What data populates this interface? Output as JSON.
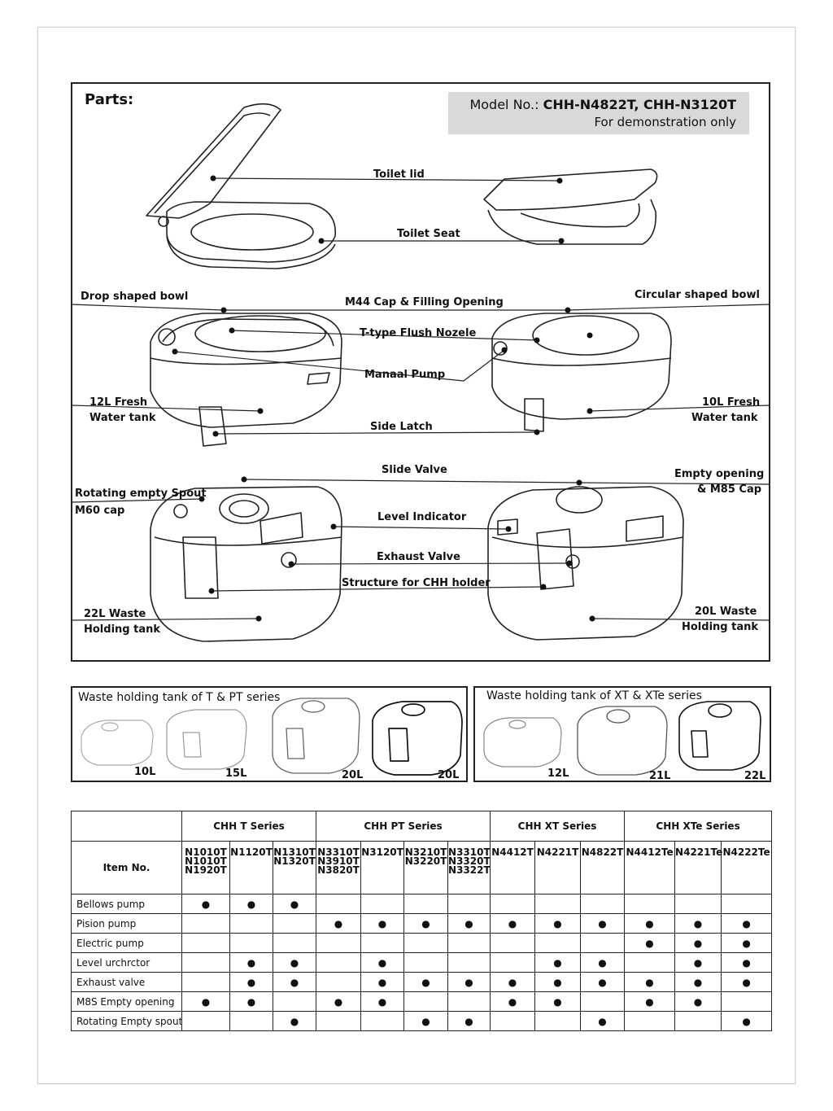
{
  "parts": {
    "title": "Parts:",
    "model_label": "Model No.: ",
    "model_value": "CHH-N4822T, CHH-N3120T",
    "model_note": "For demonstration only",
    "labels": {
      "toilet_lid": "Toilet lid",
      "toilet_seat": "Toilet Seat",
      "drop_bowl": "Drop shaped bowl",
      "m44_cap": "M44 Cap & Filling Opening",
      "circular_bowl": "Circular shaped bowl",
      "flush_nozzle": "T-type Flush Nozele",
      "manual_pump": "Manaal Pump",
      "fresh12_l1": "12L Fresh",
      "fresh12_l2": "Water tank",
      "fresh10_l1": "10L Fresh",
      "fresh10_l2": "Water tank",
      "side_latch": "Side Latch",
      "slide_valve": "Slide Valve",
      "rotating_spout_l1": "Rotating empty Spout",
      "rotating_spout_l2": "M60 cap",
      "empty_opening_l1": "Empty opening",
      "empty_opening_l2": "& M85 Cap",
      "level_indicator": "Level Indicator",
      "exhaust_valve": "Exhaust Valve",
      "chh_holder": "Structure for CHH holder",
      "waste22_l1": "22L Waste",
      "waste22_l2": "Holding tank",
      "waste20_l1": "20L Waste",
      "waste20_l2": "Holding tank"
    }
  },
  "series_tp": {
    "title": "Waste holding tank of T & PT series",
    "sizes": [
      "10L",
      "15L",
      "20L",
      "20L"
    ]
  },
  "series_xt": {
    "title": "Waste holding tank of XT & XTe series",
    "sizes": [
      "12L",
      "21L",
      "22L"
    ]
  },
  "table": {
    "item_header": "Item No.",
    "groups": [
      "CHH T Series",
      "CHH PT Series",
      "CHH XT Series",
      "CHH XTe Series"
    ],
    "models": [
      "N1010T\nN1010T\nN1920T",
      "N1120T",
      "N1310T\nN1320T",
      "N3310T\nN3910T\nN3820T",
      "N3120T",
      "N3210T\nN3220T",
      "N3310T\nN3320T\nN3322T",
      "N4412T",
      "N4221T",
      "N4822T",
      "N4412Te",
      "N4221Te",
      "N4222Te"
    ],
    "dot": "●",
    "rows": [
      {
        "name": "Bellows pump",
        "marks": [
          1,
          1,
          1,
          0,
          0,
          0,
          0,
          0,
          0,
          0,
          0,
          0,
          0
        ]
      },
      {
        "name": "Pision pump",
        "marks": [
          0,
          0,
          0,
          1,
          1,
          1,
          1,
          1,
          1,
          1,
          1,
          1,
          1
        ]
      },
      {
        "name": "Electric pump",
        "marks": [
          0,
          0,
          0,
          0,
          0,
          0,
          0,
          0,
          0,
          0,
          1,
          1,
          1
        ]
      },
      {
        "name": "Level urchrctor",
        "marks": [
          0,
          1,
          1,
          0,
          1,
          0,
          0,
          0,
          1,
          1,
          0,
          1,
          1
        ]
      },
      {
        "name": "Exhaust valve",
        "marks": [
          0,
          1,
          1,
          0,
          1,
          1,
          1,
          1,
          1,
          1,
          1,
          1,
          1
        ]
      },
      {
        "name": "M8S Empty opening",
        "marks": [
          1,
          1,
          0,
          1,
          1,
          0,
          0,
          1,
          1,
          0,
          1,
          1,
          0
        ]
      },
      {
        "name": "Rotating Empty spout",
        "marks": [
          0,
          0,
          1,
          0,
          0,
          1,
          1,
          0,
          0,
          1,
          0,
          0,
          1
        ]
      }
    ]
  }
}
